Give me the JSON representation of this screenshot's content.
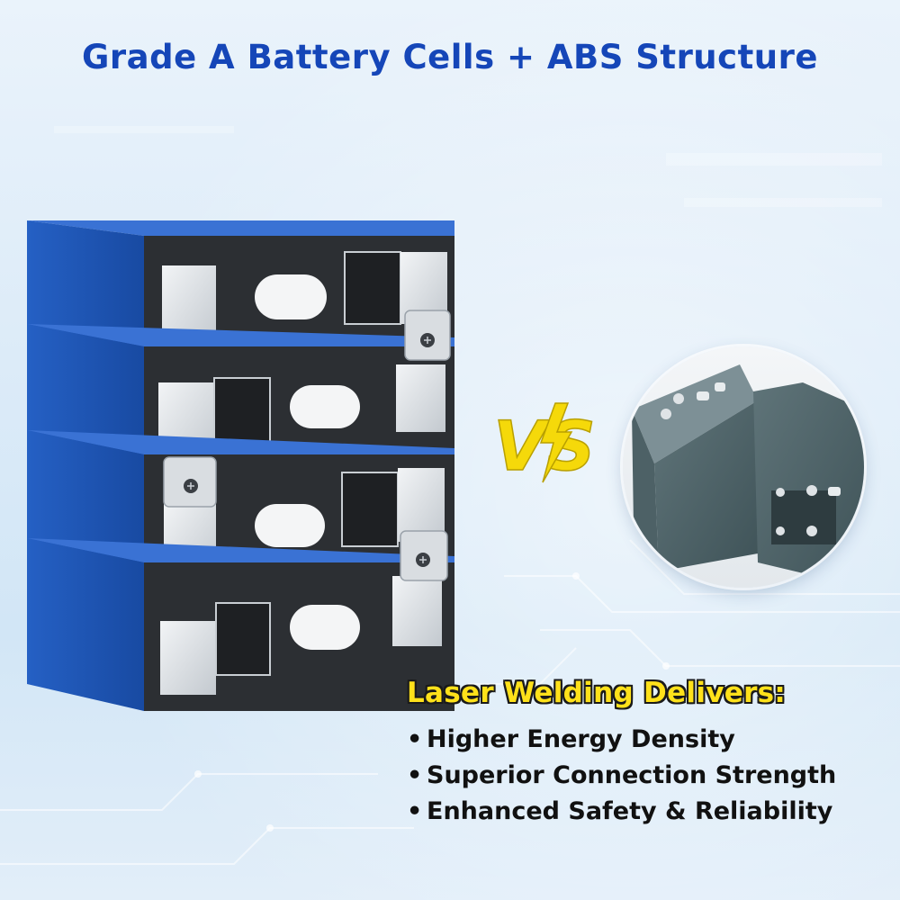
{
  "headline": "Grade A Battery Cells + ABS Structure",
  "vs_label": "VS",
  "benefits": {
    "title": "Laser Welding Delivers:",
    "bullet": "•",
    "items": [
      "Higher Energy Density",
      "Superior Connection Strength",
      "Enhanced Safety & Reliability"
    ]
  },
  "colors": {
    "headline": "#1546b8",
    "cell_blue": "#1f57b8",
    "cell_face": "#2c2f33",
    "vs_yellow": "#f5d90a",
    "benefits_title": "#ffe11a"
  }
}
